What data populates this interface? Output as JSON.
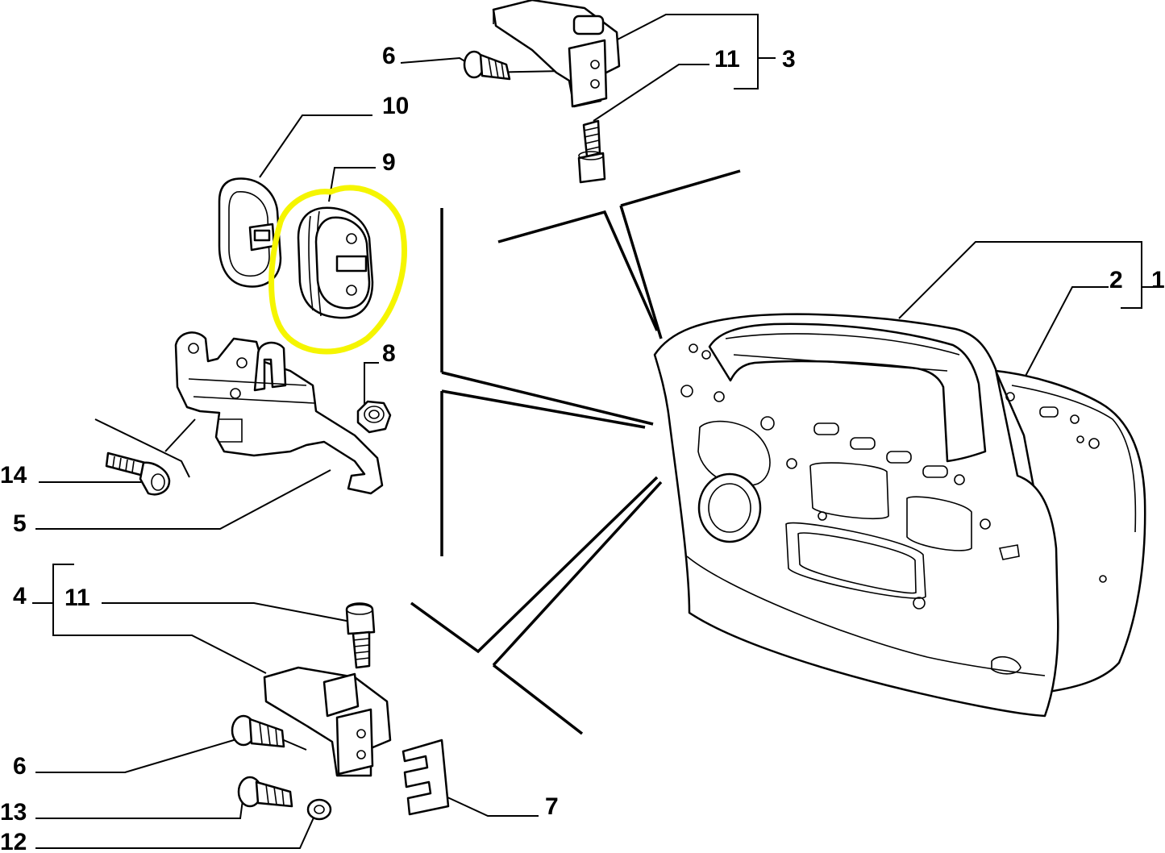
{
  "callouts": {
    "c1": "1",
    "c2": "2",
    "c3": "3",
    "c4": "4",
    "c5": "5",
    "c6_top": "6",
    "c6_bottom": "6",
    "c7": "7",
    "c8": "8",
    "c9": "9",
    "c10": "10",
    "c11_top": "11",
    "c11_bottom": "11",
    "c12": "12",
    "c13": "13",
    "c14": "14"
  },
  "highlight": {
    "part": "9",
    "color": "#f5f500"
  },
  "colors": {
    "line": "#000000",
    "background": "#ffffff"
  }
}
